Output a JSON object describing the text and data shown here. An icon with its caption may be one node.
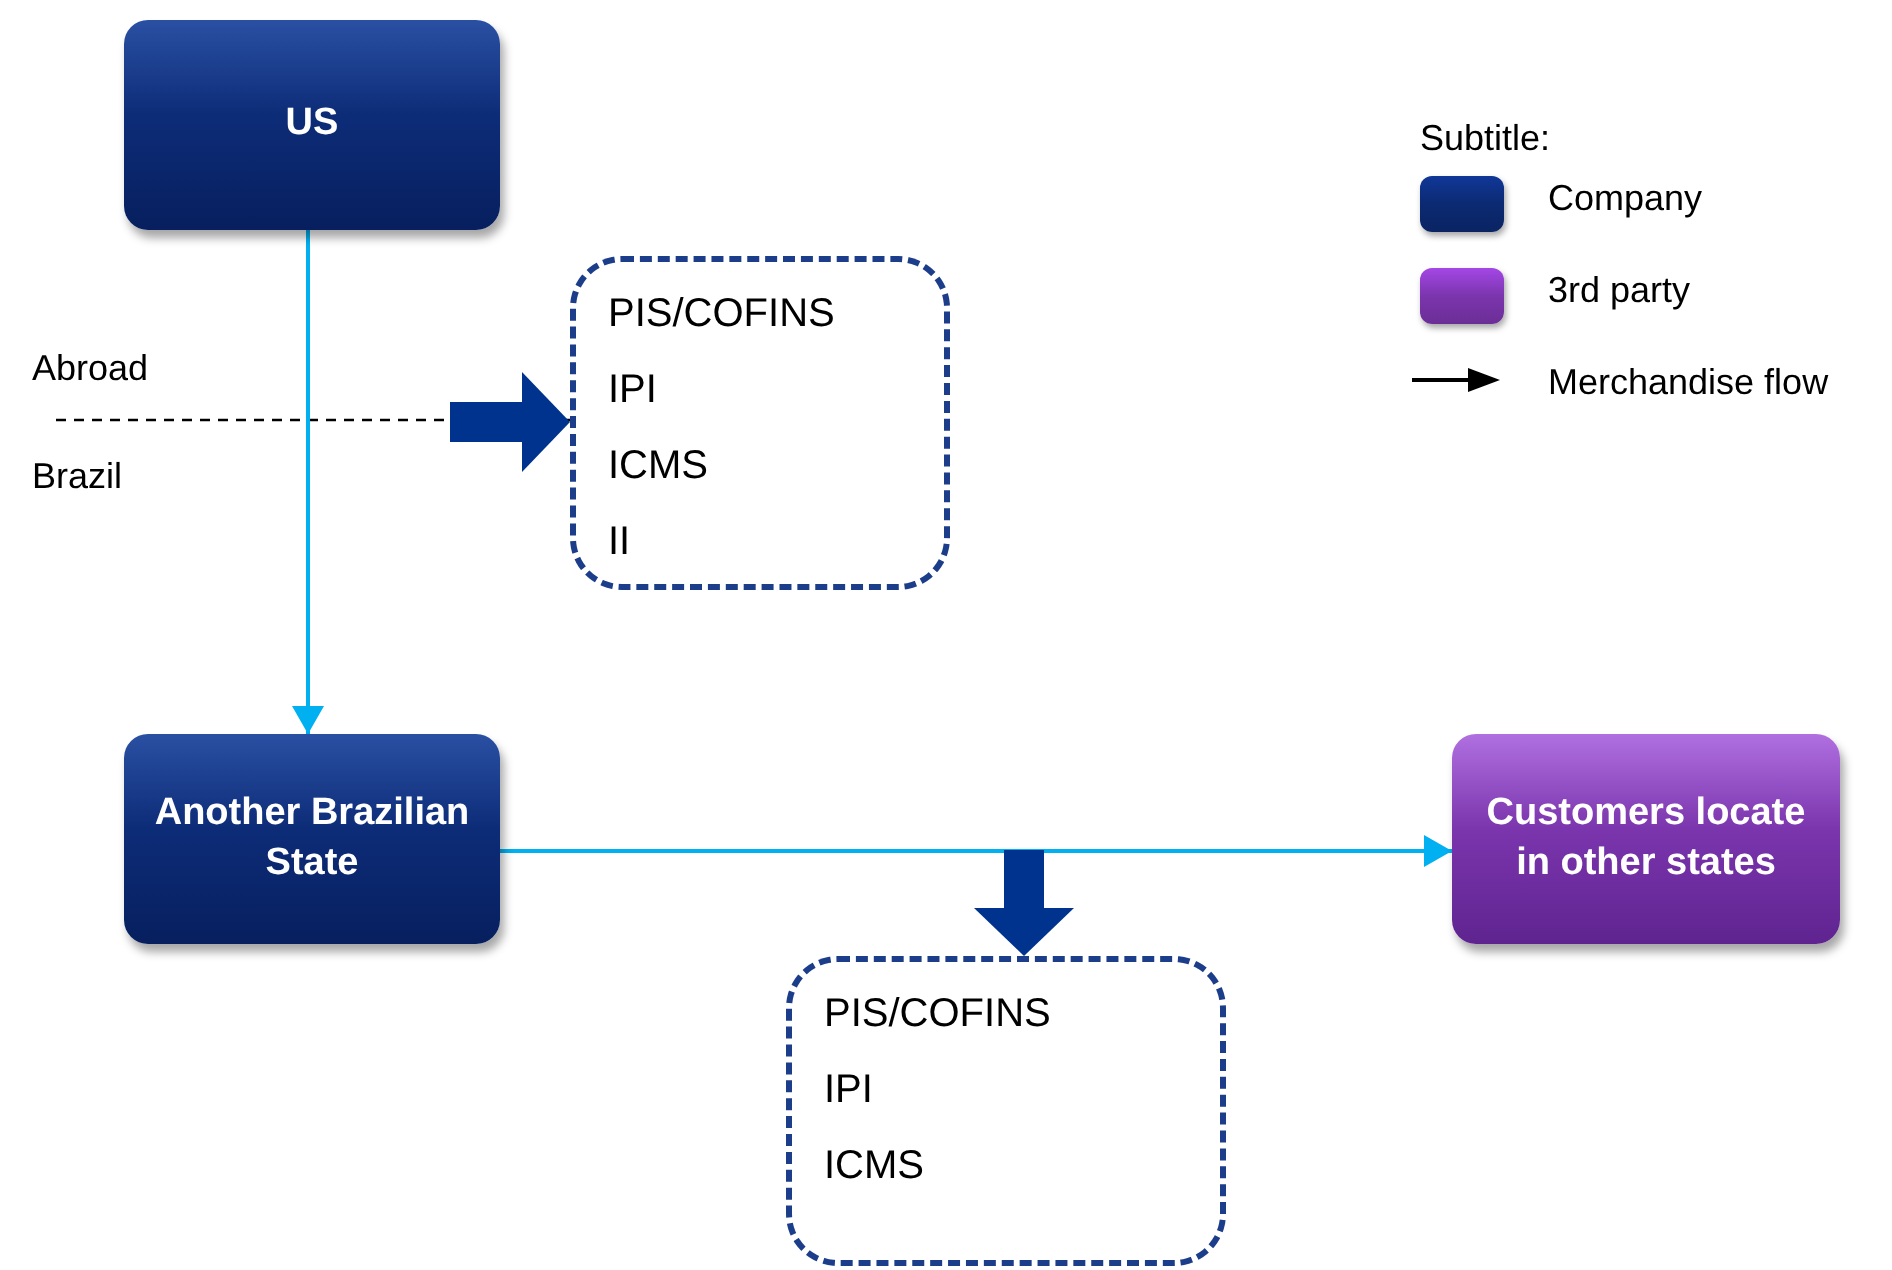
{
  "diagram": {
    "nodes": [
      {
        "text": [
          "US"
        ]
      },
      {
        "text": [
          "PIS/COFINS",
          "IPI",
          "ICMS",
          "II"
        ]
      },
      {
        "text": [
          "Another Brazilian State"
        ]
      },
      {
        "text": [
          "Customers locate in other states"
        ]
      },
      {
        "text": [
          "PIS/COFINS",
          "IPI",
          "ICMS"
        ]
      }
    ],
    "edges": [
      {
        "from": 0,
        "to": 2,
        "arrow": "to"
      },
      {
        "from": 2,
        "to": 3,
        "arrow": "to"
      },
      {
        "from": null,
        "to": 1,
        "arrow": "to",
        "style": "thick",
        "color": "#00338d"
      },
      {
        "from": null,
        "to": 4,
        "arrow": "to",
        "style": "thick",
        "color": "#00338d"
      }
    ],
    "labels": [
      "Abroad",
      "Brazil",
      "Subtitle:"
    ],
    "legend": [
      {
        "text": "Company",
        "color": "#0c2a72"
      },
      {
        "text": "3rd party",
        "color": "#7b35ad"
      },
      {
        "text": "Merchandise flow"
      }
    ]
  }
}
